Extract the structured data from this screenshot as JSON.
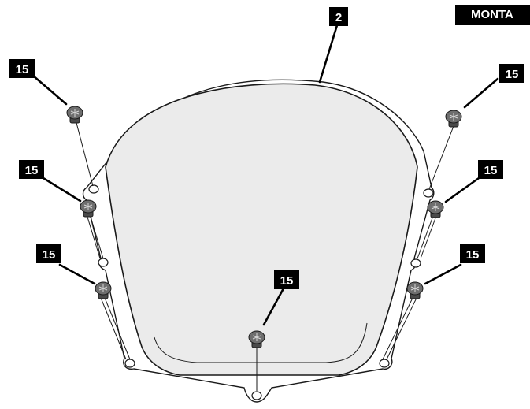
{
  "section_tag": "MONTA",
  "windscreen_label": "2",
  "screw_label": "15",
  "colors": {
    "ink": "#000000",
    "screen_fill": "#ebebeb",
    "screen_edge": "#1a1a1a",
    "screw_fill": "#6e6e6e"
  }
}
